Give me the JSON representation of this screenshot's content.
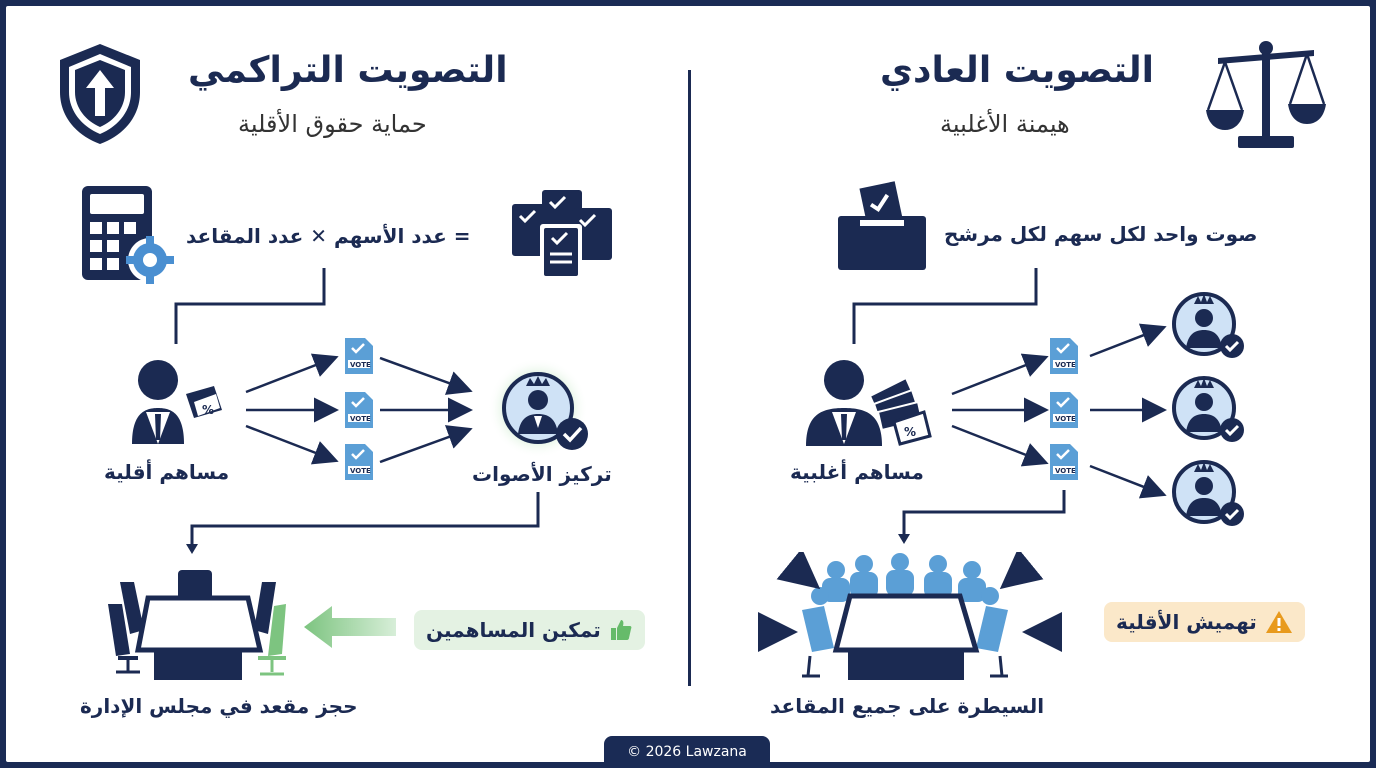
{
  "left": {
    "title": "التصويت التراكمي",
    "subtitle": "حماية حقوق الأقلية",
    "formula": "= عدد الأسهم ✕ عدد المقاعد",
    "shareholder": "مساهم أقلية",
    "concentration": "تركيز الأصوات",
    "empower": "تمكين المساهمين",
    "result": "حجز مقعد في مجلس الإدارة",
    "vote_text": "VOTE"
  },
  "right": {
    "title": "التصويت العادي",
    "subtitle": "هيمنة الأغلبية",
    "formula": "صوت واحد لكل سهم لكل مرشح",
    "shareholder": "مساهم أغلبية",
    "warning": "تهميش الأقلية",
    "result": "السيطرة على جميع المقاعد",
    "vote_text": "VOTE"
  },
  "footer": "© 2026 Lawzana",
  "colors": {
    "navy": "#1b2a52",
    "light_blue": "#cfe2f6",
    "blue": "#5b9fd6",
    "green": "#66bb6a",
    "orange": "#e89a1d"
  },
  "icons": [
    "shield-arrow-icon",
    "scales-icon",
    "calculator-gear-icon",
    "documents-check-icon",
    "ballot-box-icon",
    "person-icon",
    "vote-paper-icon",
    "crowned-candidate-icon",
    "check-badge-icon",
    "board-table-icon",
    "thumbs-up-icon",
    "warning-icon",
    "percent-tag-icon",
    "money-icon"
  ]
}
